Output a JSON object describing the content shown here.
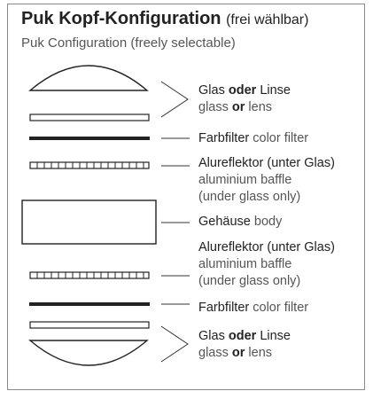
{
  "title": {
    "main": "Puk Kopf-Konfiguration",
    "note": "(frei wählbar)"
  },
  "subtitle": "Puk Configuration (freely selectable)",
  "labels": {
    "glass_top": {
      "de_a": "Glas",
      "de_or": "oder",
      "de_b": "Linse",
      "en_a": "glass",
      "en_or": "or",
      "en_b": "lens"
    },
    "color_filter_top": {
      "de": "Farbfilter",
      "en": "color filter"
    },
    "reflector_top": {
      "de": "Alureflektor (unter Glas)",
      "en1": "aluminium baffle",
      "en2": "(under glass only)"
    },
    "housing": {
      "de": "Gehäuse",
      "en": "body"
    },
    "reflector_bottom": {
      "de": "Alureflektor (unter Glas)",
      "en1": "aluminium baffle",
      "en2": "(under glass only)"
    },
    "color_filter_bottom": {
      "de": "Farbfilter",
      "en": "color filter"
    },
    "glass_bottom": {
      "de_a": "Glas",
      "de_or": "oder",
      "de_b": "Linse",
      "en_a": "glass",
      "en_or": "or",
      "en_b": "lens"
    }
  }
}
